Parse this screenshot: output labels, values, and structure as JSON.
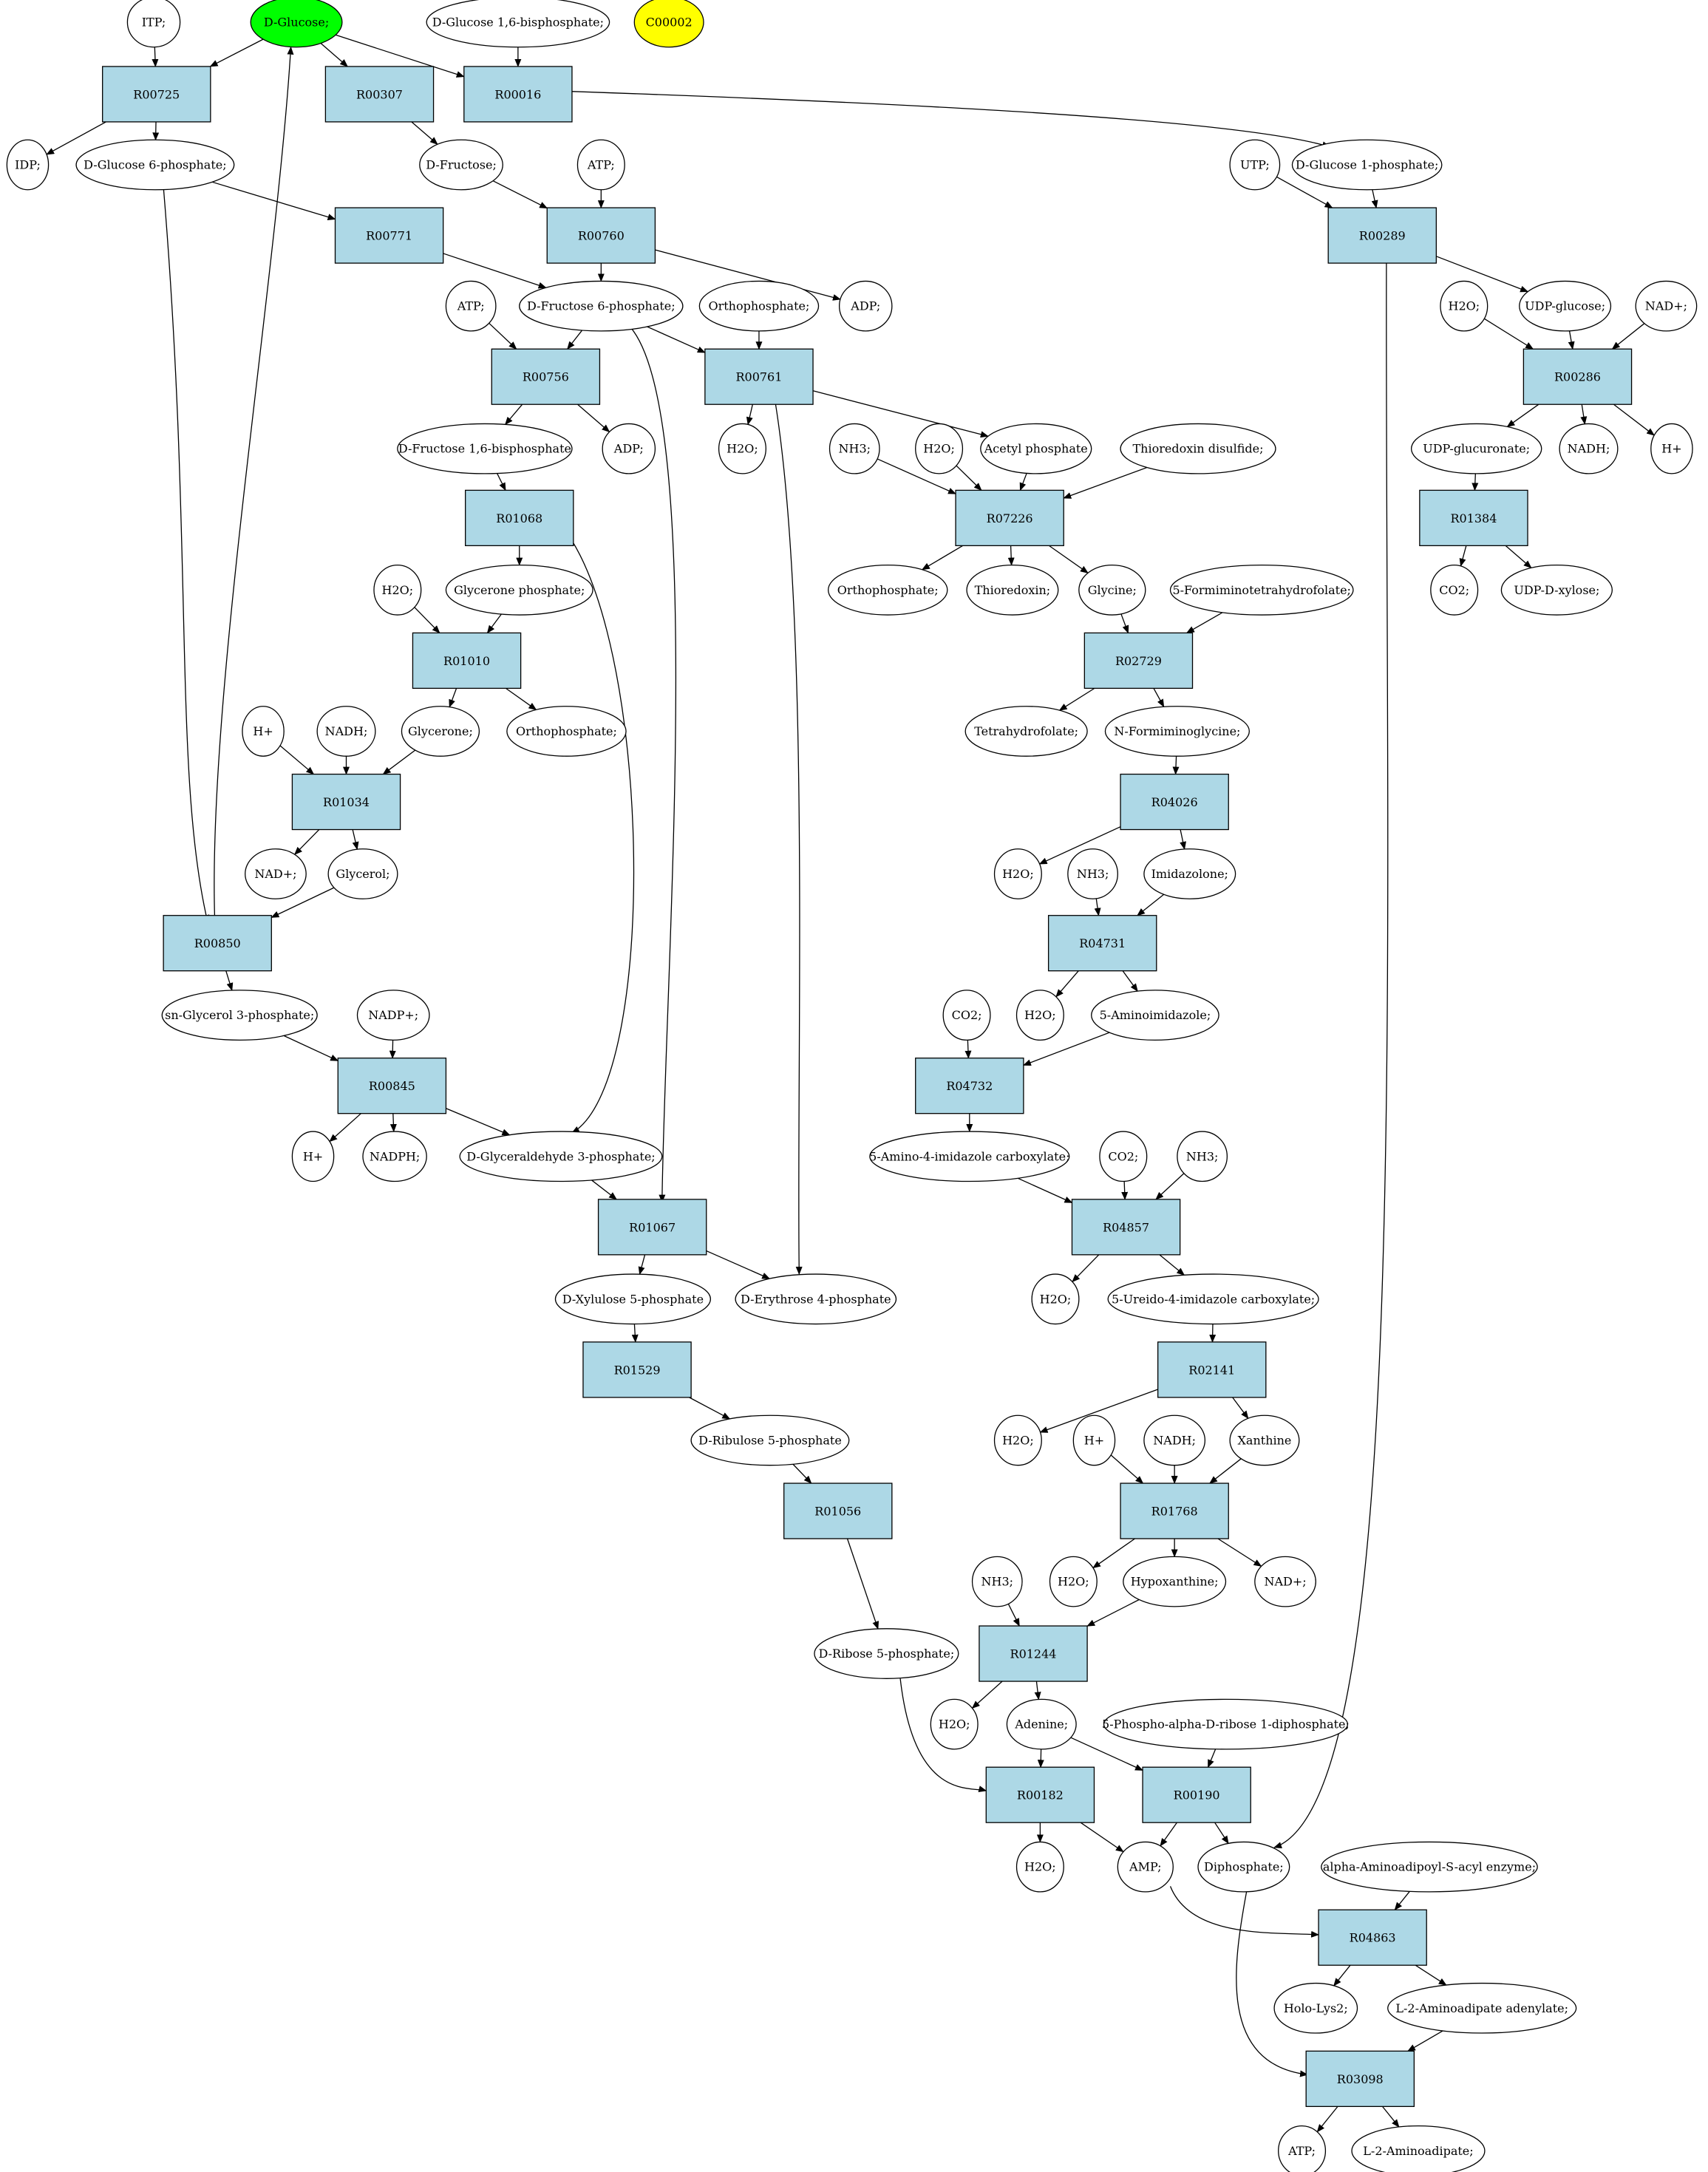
{
  "colors": {
    "compound_fill": "#ffffff",
    "reaction_fill": "#add8e6",
    "highlight_green": "#00ff00",
    "highlight_yellow": "#ffff00",
    "stroke": "#000000"
  },
  "compounds": [
    {
      "id": "itp1",
      "label": "ITP;"
    },
    {
      "id": "glc",
      "label": "D-Glucose;",
      "fill": "#00ff00"
    },
    {
      "id": "g16bp",
      "label": "D-Glucose 1,6-bisphosphate;"
    },
    {
      "id": "c00002",
      "label": "C00002",
      "fill": "#ffff00"
    },
    {
      "id": "idp",
      "label": "IDP;"
    },
    {
      "id": "g6p",
      "label": "D-Glucose 6-phosphate;"
    },
    {
      "id": "fru",
      "label": "D-Fructose;"
    },
    {
      "id": "atp1",
      "label": "ATP;"
    },
    {
      "id": "utp",
      "label": "UTP;"
    },
    {
      "id": "g1p",
      "label": "D-Glucose 1-phosphate;"
    },
    {
      "id": "f6p",
      "label": "D-Fructose 6-phosphate;"
    },
    {
      "id": "adp1",
      "label": "ADP;"
    },
    {
      "id": "atp2",
      "label": "ATP;"
    },
    {
      "id": "ortho1",
      "label": "Orthophosphate;"
    },
    {
      "id": "h2o_a",
      "label": "H2O;"
    },
    {
      "id": "udpglc",
      "label": "UDP-glucose;"
    },
    {
      "id": "nadp_a",
      "label": "NAD+;"
    },
    {
      "id": "f16bp",
      "label": "D-Fructose 1,6-bisphosphate"
    },
    {
      "id": "adp2",
      "label": "ADP;"
    },
    {
      "id": "h2o_b",
      "label": "H2O;"
    },
    {
      "id": "nh3_a",
      "label": "NH3;"
    },
    {
      "id": "h2o_c",
      "label": "H2O;"
    },
    {
      "id": "acp",
      "label": "Acetyl phosphate"
    },
    {
      "id": "trxs",
      "label": "Thioredoxin disulfide;"
    },
    {
      "id": "udpglcA",
      "label": "UDP-glucuronate;"
    },
    {
      "id": "nadh_a",
      "label": "NADH;"
    },
    {
      "id": "hplus_a",
      "label": "H+"
    },
    {
      "id": "co2_a",
      "label": "CO2;"
    },
    {
      "id": "udpxyl",
      "label": "UDP-D-xylose;"
    },
    {
      "id": "h2o_d",
      "label": "H2O;"
    },
    {
      "id": "gnp",
      "label": "Glycerone phosphate;"
    },
    {
      "id": "ortho2",
      "label": "Orthophosphate;"
    },
    {
      "id": "trx",
      "label": "Thioredoxin;"
    },
    {
      "id": "gly",
      "label": "Glycine;"
    },
    {
      "id": "fthf",
      "label": "5-Formiminotetrahydrofolate;"
    },
    {
      "id": "hplus_b",
      "label": "H+"
    },
    {
      "id": "nadh_b",
      "label": "NADH;"
    },
    {
      "id": "glycerone",
      "label": "Glycerone;"
    },
    {
      "id": "ortho3",
      "label": "Orthophosphate;"
    },
    {
      "id": "thf",
      "label": "Tetrahydrofolate;"
    },
    {
      "id": "nfg",
      "label": "N-Formiminoglycine;"
    },
    {
      "id": "nadp_b",
      "label": "NAD+;"
    },
    {
      "id": "glycerol",
      "label": "Glycerol;"
    },
    {
      "id": "h2o_e",
      "label": "H2O;"
    },
    {
      "id": "nh3_b",
      "label": "NH3;"
    },
    {
      "id": "imid",
      "label": "Imidazolone;"
    },
    {
      "id": "sng3p",
      "label": "sn-Glycerol 3-phosphate;"
    },
    {
      "id": "nadpplus",
      "label": "NADP+;"
    },
    {
      "id": "h2o_f",
      "label": "H2O;"
    },
    {
      "id": "aimid",
      "label": "5-Aminoimidazole;"
    },
    {
      "id": "co2_b",
      "label": "CO2;"
    },
    {
      "id": "hplus_c",
      "label": "H+"
    },
    {
      "id": "nadph",
      "label": "NADPH;"
    },
    {
      "id": "g3p",
      "label": "D-Glyceraldehyde 3-phosphate;"
    },
    {
      "id": "aic",
      "label": "5-Amino-4-imidazole carboxylate;"
    },
    {
      "id": "co2_c",
      "label": "CO2;"
    },
    {
      "id": "nh3_c",
      "label": "NH3;"
    },
    {
      "id": "x5p",
      "label": "D-Xylulose 5-phosphate"
    },
    {
      "id": "e4p",
      "label": "D-Erythrose 4-phosphate"
    },
    {
      "id": "h2o_g",
      "label": "H2O;"
    },
    {
      "id": "uic",
      "label": "5-Ureido-4-imidazole carboxylate;"
    },
    {
      "id": "ru5p",
      "label": "D-Ribulose 5-phosphate"
    },
    {
      "id": "h2o_h",
      "label": "H2O;"
    },
    {
      "id": "hplus_d",
      "label": "H+"
    },
    {
      "id": "nadh_c",
      "label": "NADH;"
    },
    {
      "id": "xan",
      "label": "Xanthine"
    },
    {
      "id": "nh3_d",
      "label": "NH3;"
    },
    {
      "id": "h2o_i",
      "label": "H2O;"
    },
    {
      "id": "hyp",
      "label": "Hypoxanthine;"
    },
    {
      "id": "nadp_c",
      "label": "NAD+;"
    },
    {
      "id": "r5p",
      "label": "D-Ribose 5-phosphate;"
    },
    {
      "id": "h2o_j",
      "label": "H2O;"
    },
    {
      "id": "ade",
      "label": "Adenine;"
    },
    {
      "id": "prpp",
      "label": "5-Phospho-alpha-D-ribose 1-diphosphate;"
    },
    {
      "id": "h2o_k",
      "label": "H2O;"
    },
    {
      "id": "amp",
      "label": "AMP;"
    },
    {
      "id": "ppi",
      "label": "Diphosphate;"
    },
    {
      "id": "aasae",
      "label": "alpha-Aminoadipoyl-S-acyl enzyme;"
    },
    {
      "id": "hololys2",
      "label": "Holo-Lys2;"
    },
    {
      "id": "l2aaad",
      "label": "L-2-Aminoadipate adenylate;"
    },
    {
      "id": "atp3",
      "label": "ATP;"
    },
    {
      "id": "l2aa",
      "label": "L-2-Aminoadipate;"
    }
  ],
  "reactions": [
    {
      "id": "R00725",
      "label": "R00725"
    },
    {
      "id": "R00307",
      "label": "R00307"
    },
    {
      "id": "R00016",
      "label": "R00016"
    },
    {
      "id": "R00771",
      "label": "R00771"
    },
    {
      "id": "R00760",
      "label": "R00760"
    },
    {
      "id": "R00289",
      "label": "R00289"
    },
    {
      "id": "R00756",
      "label": "R00756"
    },
    {
      "id": "R00761",
      "label": "R00761"
    },
    {
      "id": "R00286",
      "label": "R00286"
    },
    {
      "id": "R01068",
      "label": "R01068"
    },
    {
      "id": "R07226",
      "label": "R07226"
    },
    {
      "id": "R01384",
      "label": "R01384"
    },
    {
      "id": "R01010",
      "label": "R01010"
    },
    {
      "id": "R02729",
      "label": "R02729"
    },
    {
      "id": "R01034",
      "label": "R01034"
    },
    {
      "id": "R04026",
      "label": "R04026"
    },
    {
      "id": "R00850",
      "label": "R00850"
    },
    {
      "id": "R04731",
      "label": "R04731"
    },
    {
      "id": "R00845",
      "label": "R00845"
    },
    {
      "id": "R04732",
      "label": "R04732"
    },
    {
      "id": "R01067",
      "label": "R01067"
    },
    {
      "id": "R04857",
      "label": "R04857"
    },
    {
      "id": "R01529",
      "label": "R01529"
    },
    {
      "id": "R02141",
      "label": "R02141"
    },
    {
      "id": "R01056",
      "label": "R01056"
    },
    {
      "id": "R01768",
      "label": "R01768"
    },
    {
      "id": "R01244",
      "label": "R01244"
    },
    {
      "id": "R00182",
      "label": "R00182"
    },
    {
      "id": "R00190",
      "label": "R00190"
    },
    {
      "id": "R04863",
      "label": "R04863"
    },
    {
      "id": "R03098",
      "label": "R03098"
    }
  ],
  "edges": [
    [
      "itp1",
      "R00725"
    ],
    [
      "glc",
      "R00725"
    ],
    [
      "R00725",
      "idp"
    ],
    [
      "R00725",
      "g6p"
    ],
    [
      "glc",
      "R00307"
    ],
    [
      "R00307",
      "fru"
    ],
    [
      "glc",
      "R00016"
    ],
    [
      "g16bp",
      "R00016"
    ],
    [
      "R00016",
      "g1p"
    ],
    [
      "g6p",
      "R00771"
    ],
    [
      "R00771",
      "f6p"
    ],
    [
      "fru",
      "R00760"
    ],
    [
      "atp1",
      "R00760"
    ],
    [
      "R00760",
      "f6p"
    ],
    [
      "R00760",
      "adp1"
    ],
    [
      "utp",
      "R00289"
    ],
    [
      "g1p",
      "R00289"
    ],
    [
      "R00289",
      "udpglc"
    ],
    [
      "R00289",
      "ppi"
    ],
    [
      "atp2",
      "R00756"
    ],
    [
      "f6p",
      "R00756"
    ],
    [
      "R00756",
      "f16bp"
    ],
    [
      "R00756",
      "adp2"
    ],
    [
      "f6p",
      "R00761"
    ],
    [
      "ortho1",
      "R00761"
    ],
    [
      "R00761",
      "h2o_b"
    ],
    [
      "R00761",
      "acp"
    ],
    [
      "R00761",
      "e4p"
    ],
    [
      "h2o_a",
      "R00286"
    ],
    [
      "udpglc",
      "R00286"
    ],
    [
      "nadp_a",
      "R00286"
    ],
    [
      "R00286",
      "udpglcA"
    ],
    [
      "R00286",
      "nadh_a"
    ],
    [
      "R00286",
      "hplus_a"
    ],
    [
      "f16bp",
      "R01068"
    ],
    [
      "R01068",
      "gnp"
    ],
    [
      "R01068",
      "g3p"
    ],
    [
      "nh3_a",
      "R07226"
    ],
    [
      "h2o_c",
      "R07226"
    ],
    [
      "acp",
      "R07226"
    ],
    [
      "trxs",
      "R07226"
    ],
    [
      "R07226",
      "ortho2"
    ],
    [
      "R07226",
      "trx"
    ],
    [
      "R07226",
      "gly"
    ],
    [
      "udpglcA",
      "R01384"
    ],
    [
      "R01384",
      "co2_a"
    ],
    [
      "R01384",
      "udpxyl"
    ],
    [
      "h2o_d",
      "R01010"
    ],
    [
      "gnp",
      "R01010"
    ],
    [
      "R01010",
      "glycerone"
    ],
    [
      "R01010",
      "ortho3"
    ],
    [
      "gly",
      "R02729"
    ],
    [
      "fthf",
      "R02729"
    ],
    [
      "R02729",
      "thf"
    ],
    [
      "R02729",
      "nfg"
    ],
    [
      "hplus_b",
      "R01034"
    ],
    [
      "nadh_b",
      "R01034"
    ],
    [
      "glycerone",
      "R01034"
    ],
    [
      "R01034",
      "nadp_b"
    ],
    [
      "R01034",
      "glycerol"
    ],
    [
      "nfg",
      "R04026"
    ],
    [
      "R04026",
      "h2o_e"
    ],
    [
      "R04026",
      "imid"
    ],
    [
      "g6p",
      "R00850"
    ],
    [
      "glycerol",
      "R00850"
    ],
    [
      "R00850",
      "glc"
    ],
    [
      "R00850",
      "sng3p"
    ],
    [
      "nh3_b",
      "R04731"
    ],
    [
      "imid",
      "R04731"
    ],
    [
      "R04731",
      "h2o_f"
    ],
    [
      "R04731",
      "aimid"
    ],
    [
      "sng3p",
      "R00845"
    ],
    [
      "nadpplus",
      "R00845"
    ],
    [
      "R00845",
      "hplus_c"
    ],
    [
      "R00845",
      "nadph"
    ],
    [
      "R00845",
      "g3p"
    ],
    [
      "co2_b",
      "R04732"
    ],
    [
      "aimid",
      "R04732"
    ],
    [
      "R04732",
      "aic"
    ],
    [
      "g3p",
      "R01067"
    ],
    [
      "f6p",
      "R01067"
    ],
    [
      "R01067",
      "x5p"
    ],
    [
      "R01067",
      "e4p"
    ],
    [
      "aic",
      "R04857"
    ],
    [
      "co2_c",
      "R04857"
    ],
    [
      "nh3_c",
      "R04857"
    ],
    [
      "R04857",
      "h2o_g"
    ],
    [
      "R04857",
      "uic"
    ],
    [
      "x5p",
      "R01529"
    ],
    [
      "R01529",
      "ru5p"
    ],
    [
      "uic",
      "R02141"
    ],
    [
      "R02141",
      "h2o_h"
    ],
    [
      "R02141",
      "xan"
    ],
    [
      "ru5p",
      "R01056"
    ],
    [
      "R01056",
      "r5p"
    ],
    [
      "hplus_d",
      "R01768"
    ],
    [
      "nadh_c",
      "R01768"
    ],
    [
      "xan",
      "R01768"
    ],
    [
      "R01768",
      "h2o_i"
    ],
    [
      "R01768",
      "hyp"
    ],
    [
      "R01768",
      "nadp_c"
    ],
    [
      "nh3_d",
      "R01244"
    ],
    [
      "hyp",
      "R01244"
    ],
    [
      "R01244",
      "h2o_j"
    ],
    [
      "R01244",
      "ade"
    ],
    [
      "r5p",
      "R00182"
    ],
    [
      "ade",
      "R00182"
    ],
    [
      "R00182",
      "h2o_k"
    ],
    [
      "R00182",
      "amp"
    ],
    [
      "ade",
      "R00190"
    ],
    [
      "prpp",
      "R00190"
    ],
    [
      "R00190",
      "amp"
    ],
    [
      "R00190",
      "ppi"
    ],
    [
      "amp",
      "R04863"
    ],
    [
      "aasae",
      "R04863"
    ],
    [
      "R04863",
      "hololys2"
    ],
    [
      "R04863",
      "l2aaad"
    ],
    [
      "l2aaad",
      "R03098"
    ],
    [
      "ppi",
      "R03098"
    ],
    [
      "R03098",
      "atp3"
    ],
    [
      "R03098",
      "l2aa"
    ]
  ]
}
